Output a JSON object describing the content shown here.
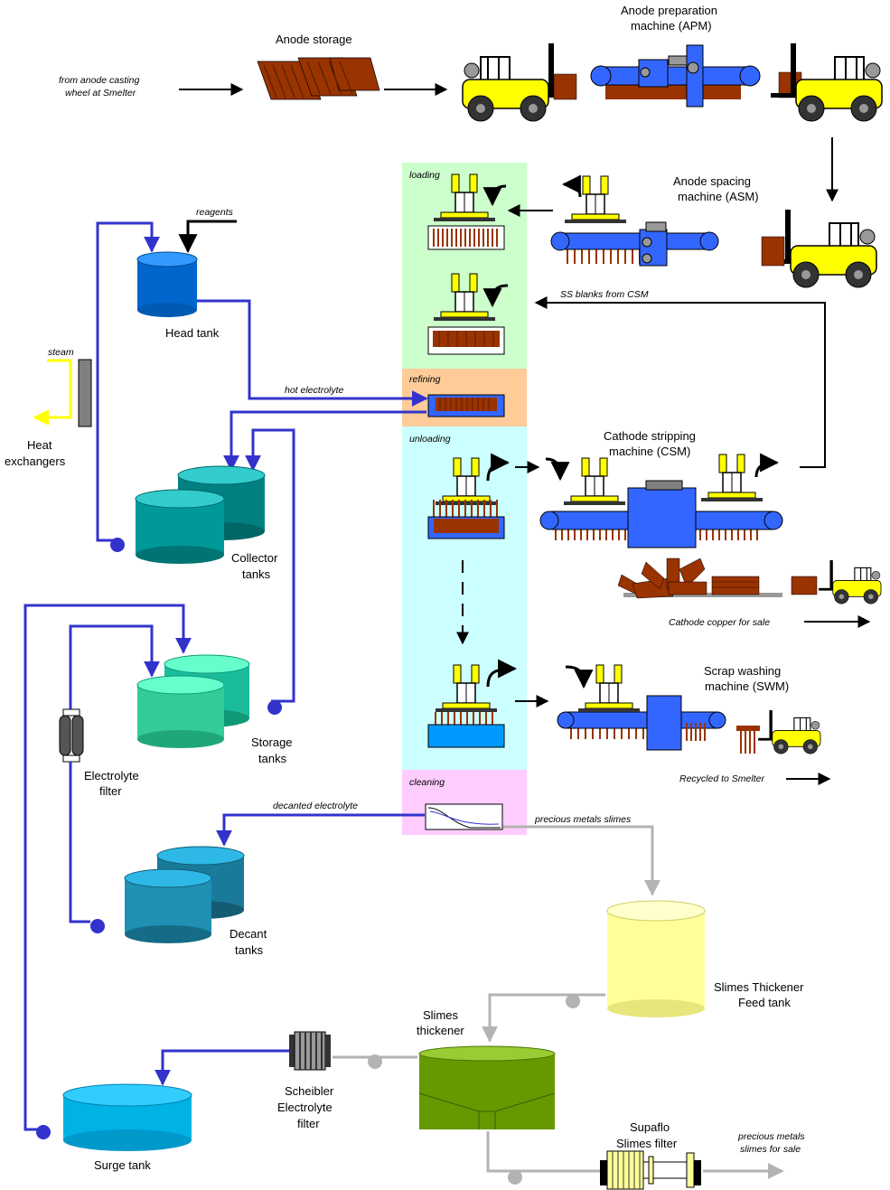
{
  "labels": {
    "anode_storage": "Anode storage",
    "apm_1": "Anode preparation",
    "apm_2": "machine (APM)",
    "from_casting_1": "from anode casting",
    "from_casting_2": "wheel at Smelter",
    "asm_1": "Anode spacing",
    "asm_2": "machine (ASM)",
    "ss_blanks": "SS blanks from CSM",
    "reagents": "reagents",
    "head_tank": "Head tank",
    "steam": "steam",
    "heat_ex_1": "Heat",
    "heat_ex_2": "exchangers",
    "hot_electrolyte": "hot electrolyte",
    "csm_1": "Cathode stripping",
    "csm_2": "machine (CSM)",
    "collector_1": "Collector",
    "collector_2": "tanks",
    "cathode_sale": "Cathode copper for sale",
    "storage_1": "Storage",
    "storage_2": "tanks",
    "filter_1": "Electrolyte",
    "filter_2": "filter",
    "swm_1": "Scrap washing",
    "swm_2": "machine (SWM)",
    "recycled": "Recycled to Smelter",
    "decanted": "decanted electrolyte",
    "pm_slimes": "precious metals slimes",
    "decant_1": "Decant",
    "decant_2": "tanks",
    "stft_1": "Slimes Thickener",
    "stft_2": "Feed tank",
    "thick_1": "Slimes",
    "thick_2": "thickener",
    "scheibler_1": "Scheibler",
    "scheibler_2": "Electrolyte",
    "scheibler_3": "filter",
    "supaflo_1": "Supaflo",
    "supaflo_2": "Slimes filter",
    "pm_sale_1": "precious metals",
    "pm_sale_2": "slimes for sale",
    "surge": "Surge tank"
  },
  "zones": {
    "loading": "loading",
    "refining": "refining",
    "unloading": "unloading",
    "cleaning": "cleaning"
  },
  "colors": {
    "electrolyte_line": "#3333cc",
    "slimes_line": "#b3b3b3",
    "steam_line": "#ffff00",
    "loading_zone": "#ccffcc",
    "refining_zone": "#ffcc99",
    "unloading_zone": "#ccffff",
    "cleaning_zone": "#ffccff",
    "forklift": "#ffff00",
    "copper": "#993300",
    "machine_blue": "#3366ff"
  },
  "icons": [
    "forklift-icon",
    "crane-icon",
    "tank-icon",
    "filter-icon",
    "conveyor-icon"
  ]
}
